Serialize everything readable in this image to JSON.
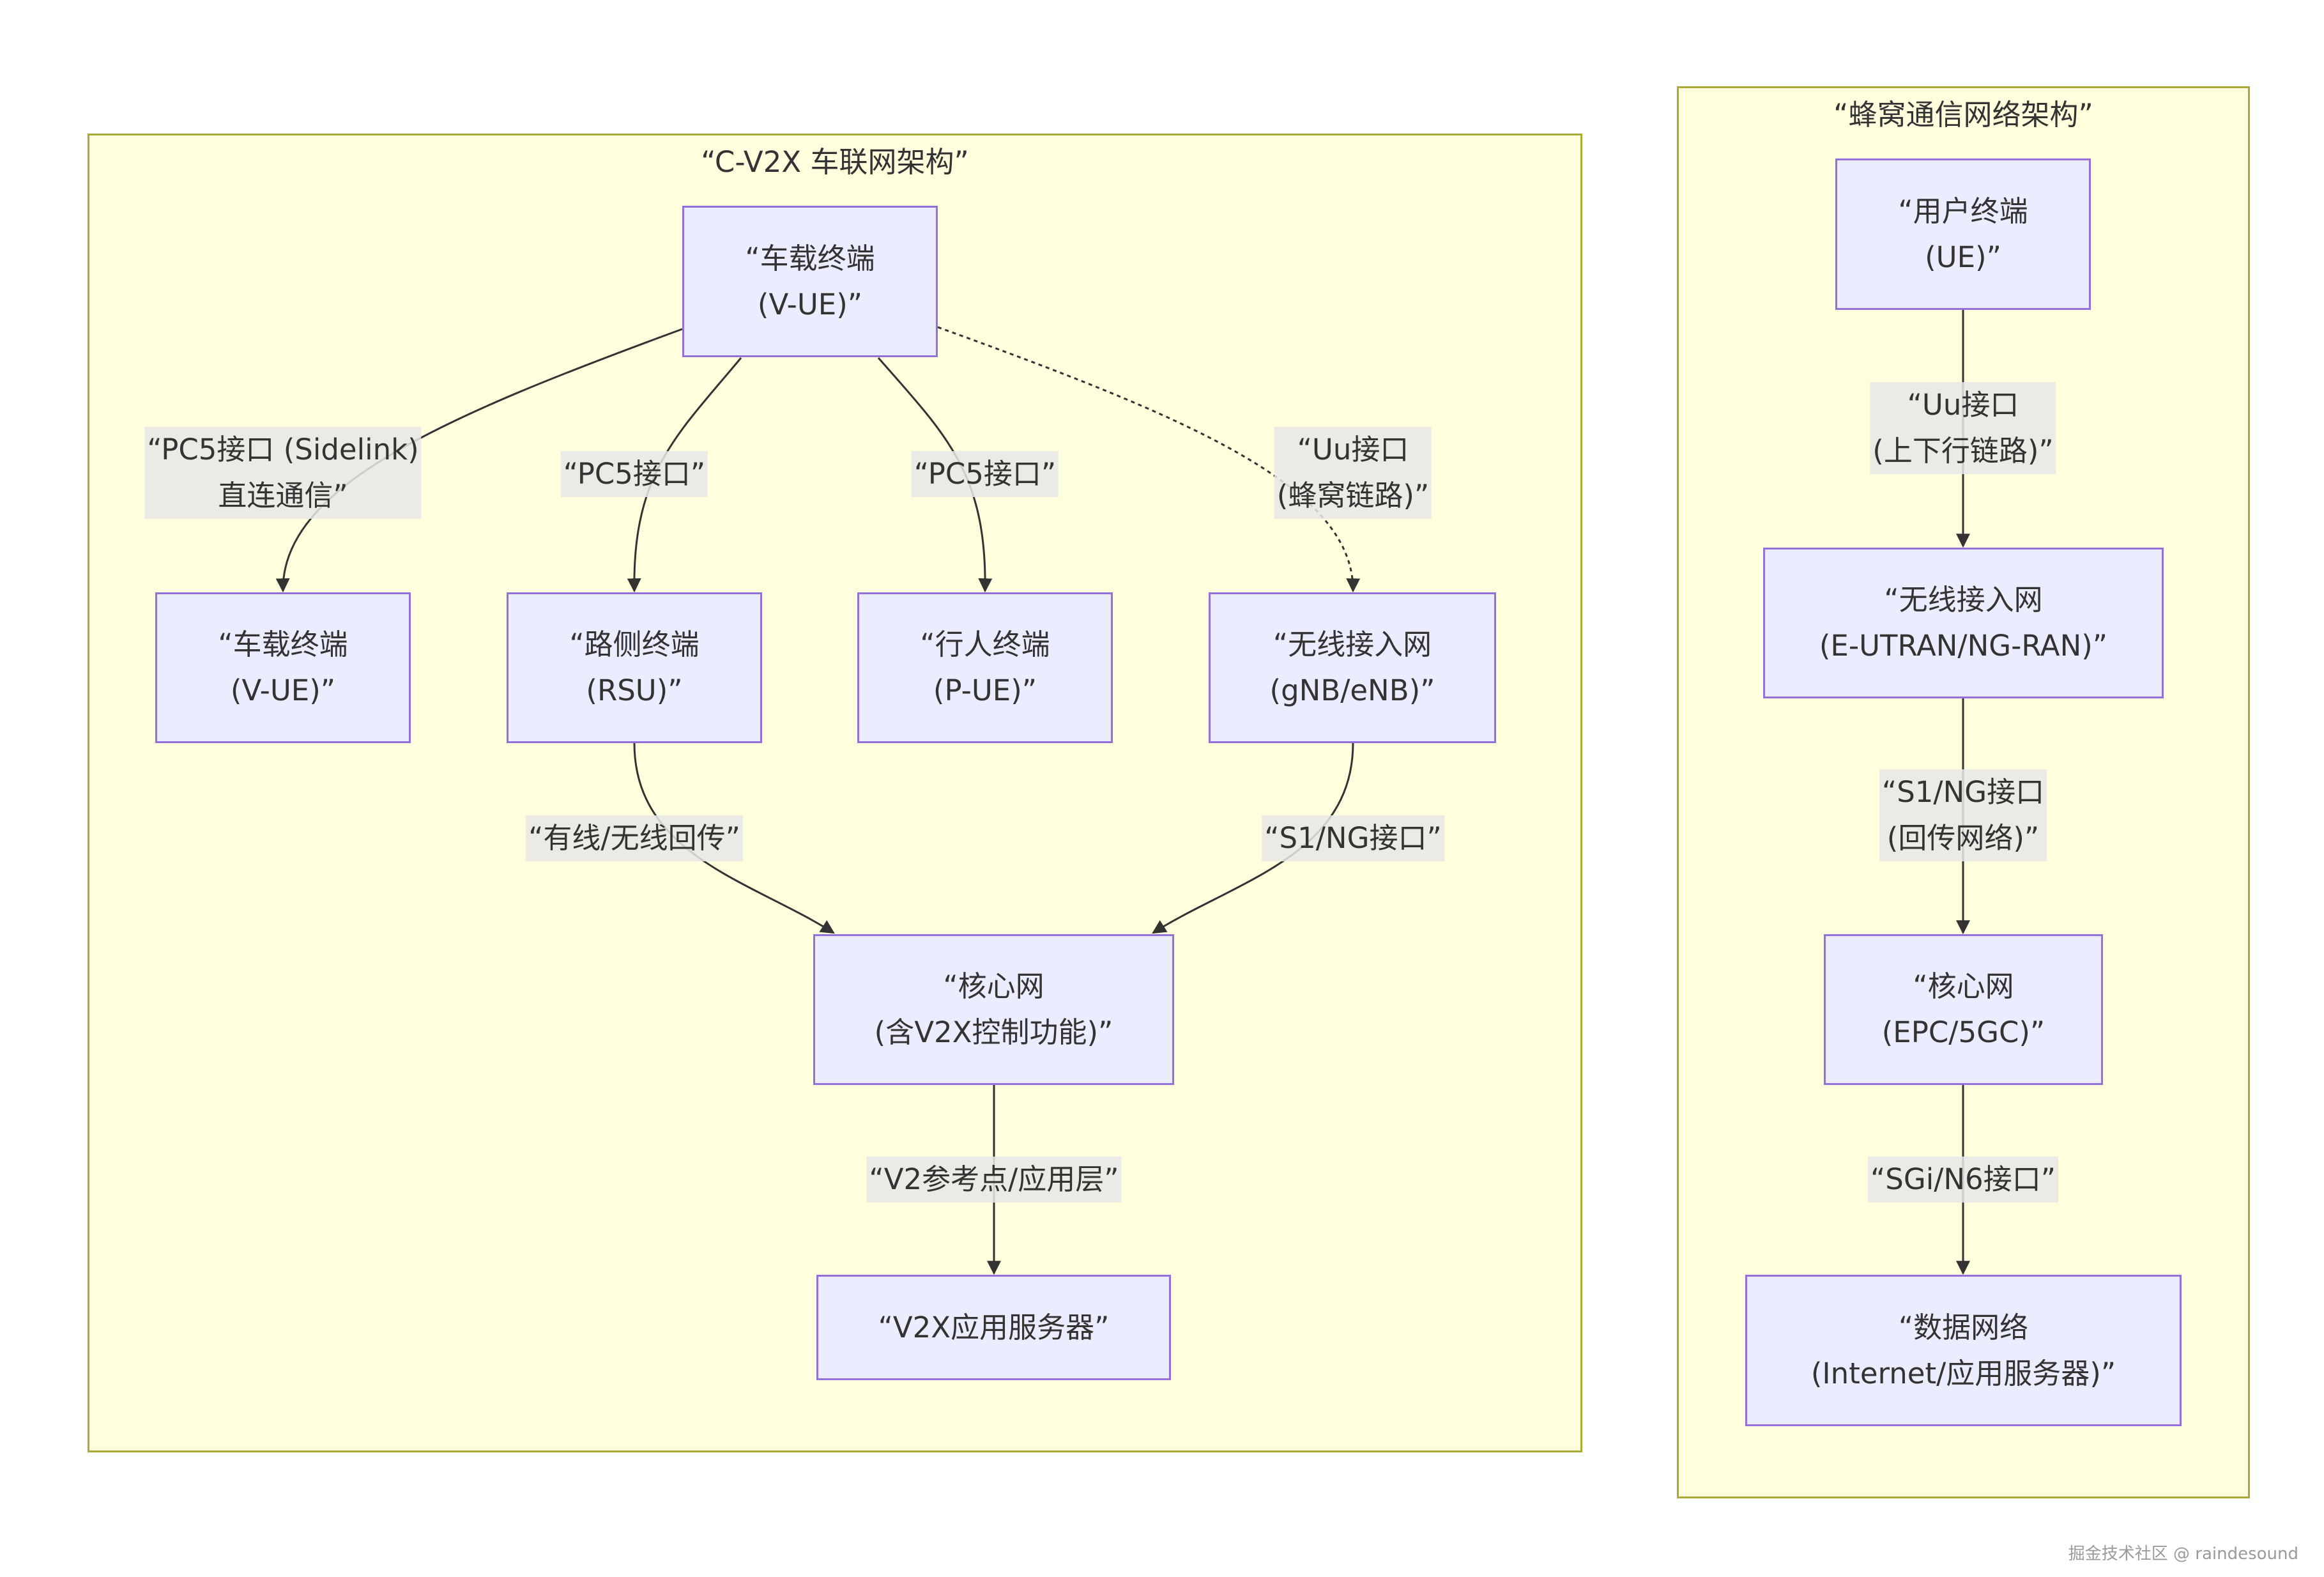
{
  "clusters": {
    "cv2x": {
      "title": "“C-V2X 车联网架构”"
    },
    "cellular": {
      "title": "“蜂窝通信网络架构”"
    }
  },
  "nodes": {
    "vue_src": [
      "“车载终端",
      "(V-UE)”"
    ],
    "vue_dst": [
      "“车载终端",
      "(V-UE)”"
    ],
    "rsu": [
      "“路侧终端",
      "(RSU)”"
    ],
    "pue": [
      "“行人终端",
      "(P-UE)”"
    ],
    "ran": [
      "“无线接入网",
      "(gNB/eNB)”"
    ],
    "core": [
      "“核心网",
      "(含V2X控制功能)”"
    ],
    "v2x_server": [
      "“V2X应用服务器”"
    ],
    "ue": [
      "“用户终端",
      "(UE)”"
    ],
    "eutran": [
      "“无线接入网",
      "(E-UTRAN/NG-RAN)”"
    ],
    "epc": [
      "“核心网",
      "(EPC/5GC)”"
    ],
    "data_net": [
      "“数据网络",
      "(Internet/应用服务器)”"
    ]
  },
  "edge_labels": {
    "pc5_sidelink": [
      "“PC5接口 (Sidelink)",
      "直连通信”"
    ],
    "pc5_rsu": [
      "“PC5接口”"
    ],
    "pc5_pue": [
      "“PC5接口”"
    ],
    "uu_ran": [
      "“Uu接口",
      "(蜂窝链路)”"
    ],
    "backhaul": [
      "“有线/无线回传”"
    ],
    "s1ng": [
      "“S1/NG接口”"
    ],
    "v2_ref": [
      "“V2参考点/应用层”"
    ],
    "uu_updown": [
      "“Uu接口",
      "(上下行链路)”"
    ],
    "s1ng_backhaul": [
      "“S1/NG接口",
      "(回传网络)”"
    ],
    "sgi_n6": [
      "“SGi/N6接口”"
    ]
  },
  "colors": {
    "cluster_fill": "#ffffde",
    "cluster_border": "#aaaa33",
    "node_fill": "#ececff",
    "node_border": "#9370db",
    "edge": "#333333",
    "edge_label_bg": "#e8e8e8"
  },
  "watermark": "掘金技术社区 @ raindesound"
}
